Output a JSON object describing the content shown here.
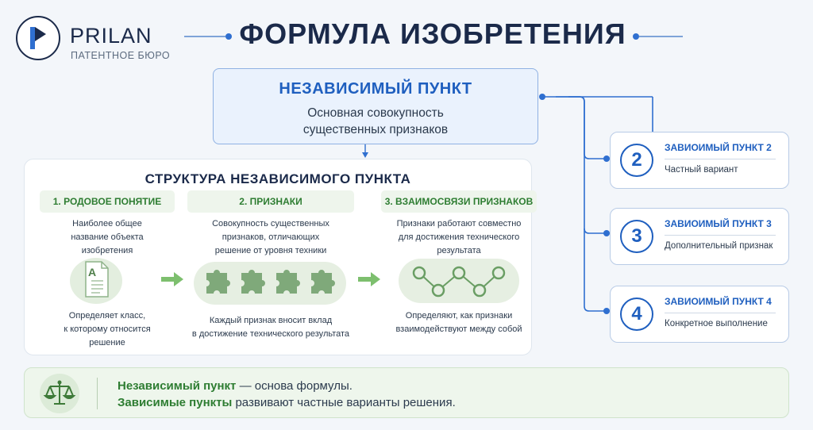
{
  "brand": {
    "name": "PRILAN",
    "subtitle": "ПАТЕНТНОЕ БЮРО"
  },
  "title": "ФОРМУЛА ИЗОБРЕТЕНИЯ",
  "independent_claim": {
    "title": "НЕЗАВИСИМЫЙ ПУНКТ",
    "desc_line1": "Основная совокупность",
    "desc_line2": "существенных признаков"
  },
  "structure": {
    "title": "СТРУКТУРА НЕЗАВИСИМОГО ПУНКТА",
    "columns": [
      {
        "heading": "1. РОДОВОЕ ПОНЯТИЕ",
        "desc": [
          "Наиболее общее",
          "название объекта",
          "изобретения"
        ],
        "icon_letter": "A",
        "foot": [
          "Определяет класс,",
          "к которому относится",
          "решение"
        ]
      },
      {
        "heading": "2. ПРИЗНАКИ",
        "desc": [
          "Совокупность существенных",
          "признаков, отличающих",
          "решение от уровня техники"
        ],
        "foot": [
          "Каждый признак вносит вклад",
          "в достижение технического результата"
        ]
      },
      {
        "heading": "3. ВЗАИМОСВЯЗИ ПРИЗНАКОВ",
        "desc": [
          "Признаки работают совместно",
          "для достижения технического",
          "результата"
        ],
        "foot": [
          "Определяют, как признаки",
          "взаимодействуют между собой"
        ]
      }
    ]
  },
  "dependent_claims": [
    {
      "number": "2",
      "title": "ЗАВИОИМЫЙ ПУНКТ 2",
      "desc": "Частный вариант"
    },
    {
      "number": "3",
      "title": "ЗАВИОИМЫЙ ПУНКТ 3",
      "desc": "Дополнительный признак"
    },
    {
      "number": "4",
      "title": "ЗАВИОИМЫЙ ПУНКТ 4",
      "desc": "Конкретное выполнение"
    }
  ],
  "footer": {
    "line1_bold": "Независимый пункт",
    "line1_rest": " — основа формулы.",
    "line2_bold": "Зависимые пункты",
    "line2_rest": " развивают частные варианты решения."
  },
  "colors": {
    "accent_blue": "#1f5fbf",
    "accent_green": "#2e7d32",
    "navy": "#1b2a4a"
  },
  "icons": [
    "logo-arrow-icon",
    "document-icon",
    "puzzle-icon",
    "network-nodes-icon",
    "arrow-right-icon",
    "scales-icon"
  ]
}
